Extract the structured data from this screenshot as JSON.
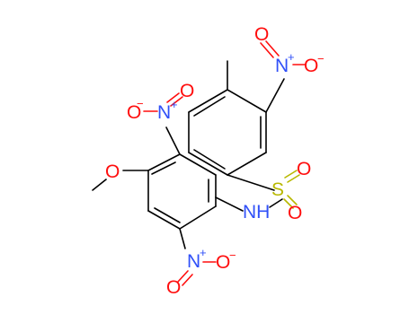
{
  "molecule": {
    "colors": {
      "bond": "#000000",
      "oxygen": "#ff0d0d",
      "nitrogen": "#3050f8",
      "sulfur": "#b8b800",
      "background": "#ffffff"
    },
    "labels": {
      "nitro_top_N": "N",
      "nitro_top_O1": "O",
      "nitro_top_O2": "O",
      "nitro_top_plus": "+",
      "nitro_top_minus": "−",
      "nitro_left_N": "N",
      "nitro_left_O1": "O",
      "nitro_left_O2": "O",
      "nitro_left_plus": "+",
      "nitro_left_minus": "−",
      "nitro_bottom_N": "N",
      "nitro_bottom_O1": "O",
      "nitro_bottom_O2": "O",
      "nitro_bottom_plus": "+",
      "nitro_bottom_minus": "−",
      "sulfonyl_S": "S",
      "sulfonyl_O1": "O",
      "sulfonyl_O2": "O",
      "amine_NH": "NH",
      "methoxy_O": "O"
    }
  }
}
